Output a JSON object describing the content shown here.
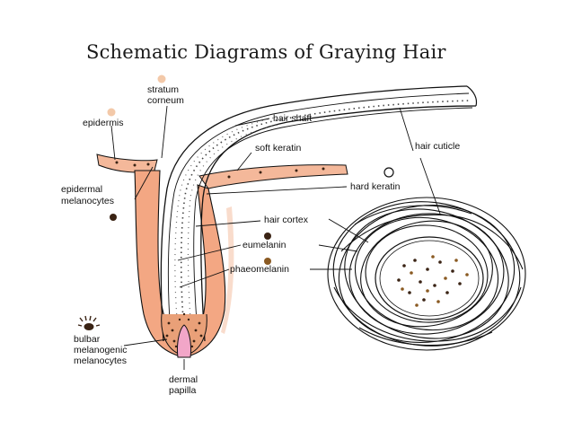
{
  "title": "Schematic Diagrams of Graying Hair",
  "labels": {
    "stratum_corneum_1": "stratum",
    "stratum_corneum_2": "corneum",
    "epidermis": "epidermis",
    "hair_shaft": "hair shaft",
    "hair_cuticle": "hair cuticle",
    "soft_keratin": "soft keratin",
    "hard_keratin": "hard keratin",
    "epidermal_melanocytes_1": "epidermal",
    "epidermal_melanocytes_2": "melanocytes",
    "hair_cortex": "hair cortex",
    "eumelanin": "eumelanin",
    "phaeomelanin": "phaeomelanin",
    "bulbar_1": "bulbar",
    "bulbar_2": "melanogenic",
    "bulbar_3": "melanocytes",
    "dermal_papilla_1": "dermal",
    "dermal_papilla_2": "papilla"
  },
  "colors": {
    "skin": "#f4b89a",
    "skin_dark": "#e98f6a",
    "papilla": "#f2a6c8",
    "eumelanin": "#3a2314",
    "phaeomelanin": "#8a5a22",
    "marker_light": "#f3c9a9",
    "line": "#111111"
  },
  "icons": {
    "stratum_corneum_marker": "peach-dot",
    "epidermis_marker": "peach-dot",
    "epidermal_melanocytes_marker": "dark-dot",
    "eumelanin_marker": "dark-dot",
    "phaeomelanin_marker": "brown-dot",
    "hard_keratin_marker": "open-circle",
    "bulbar_marker": "melanocyte-cell-icon"
  }
}
